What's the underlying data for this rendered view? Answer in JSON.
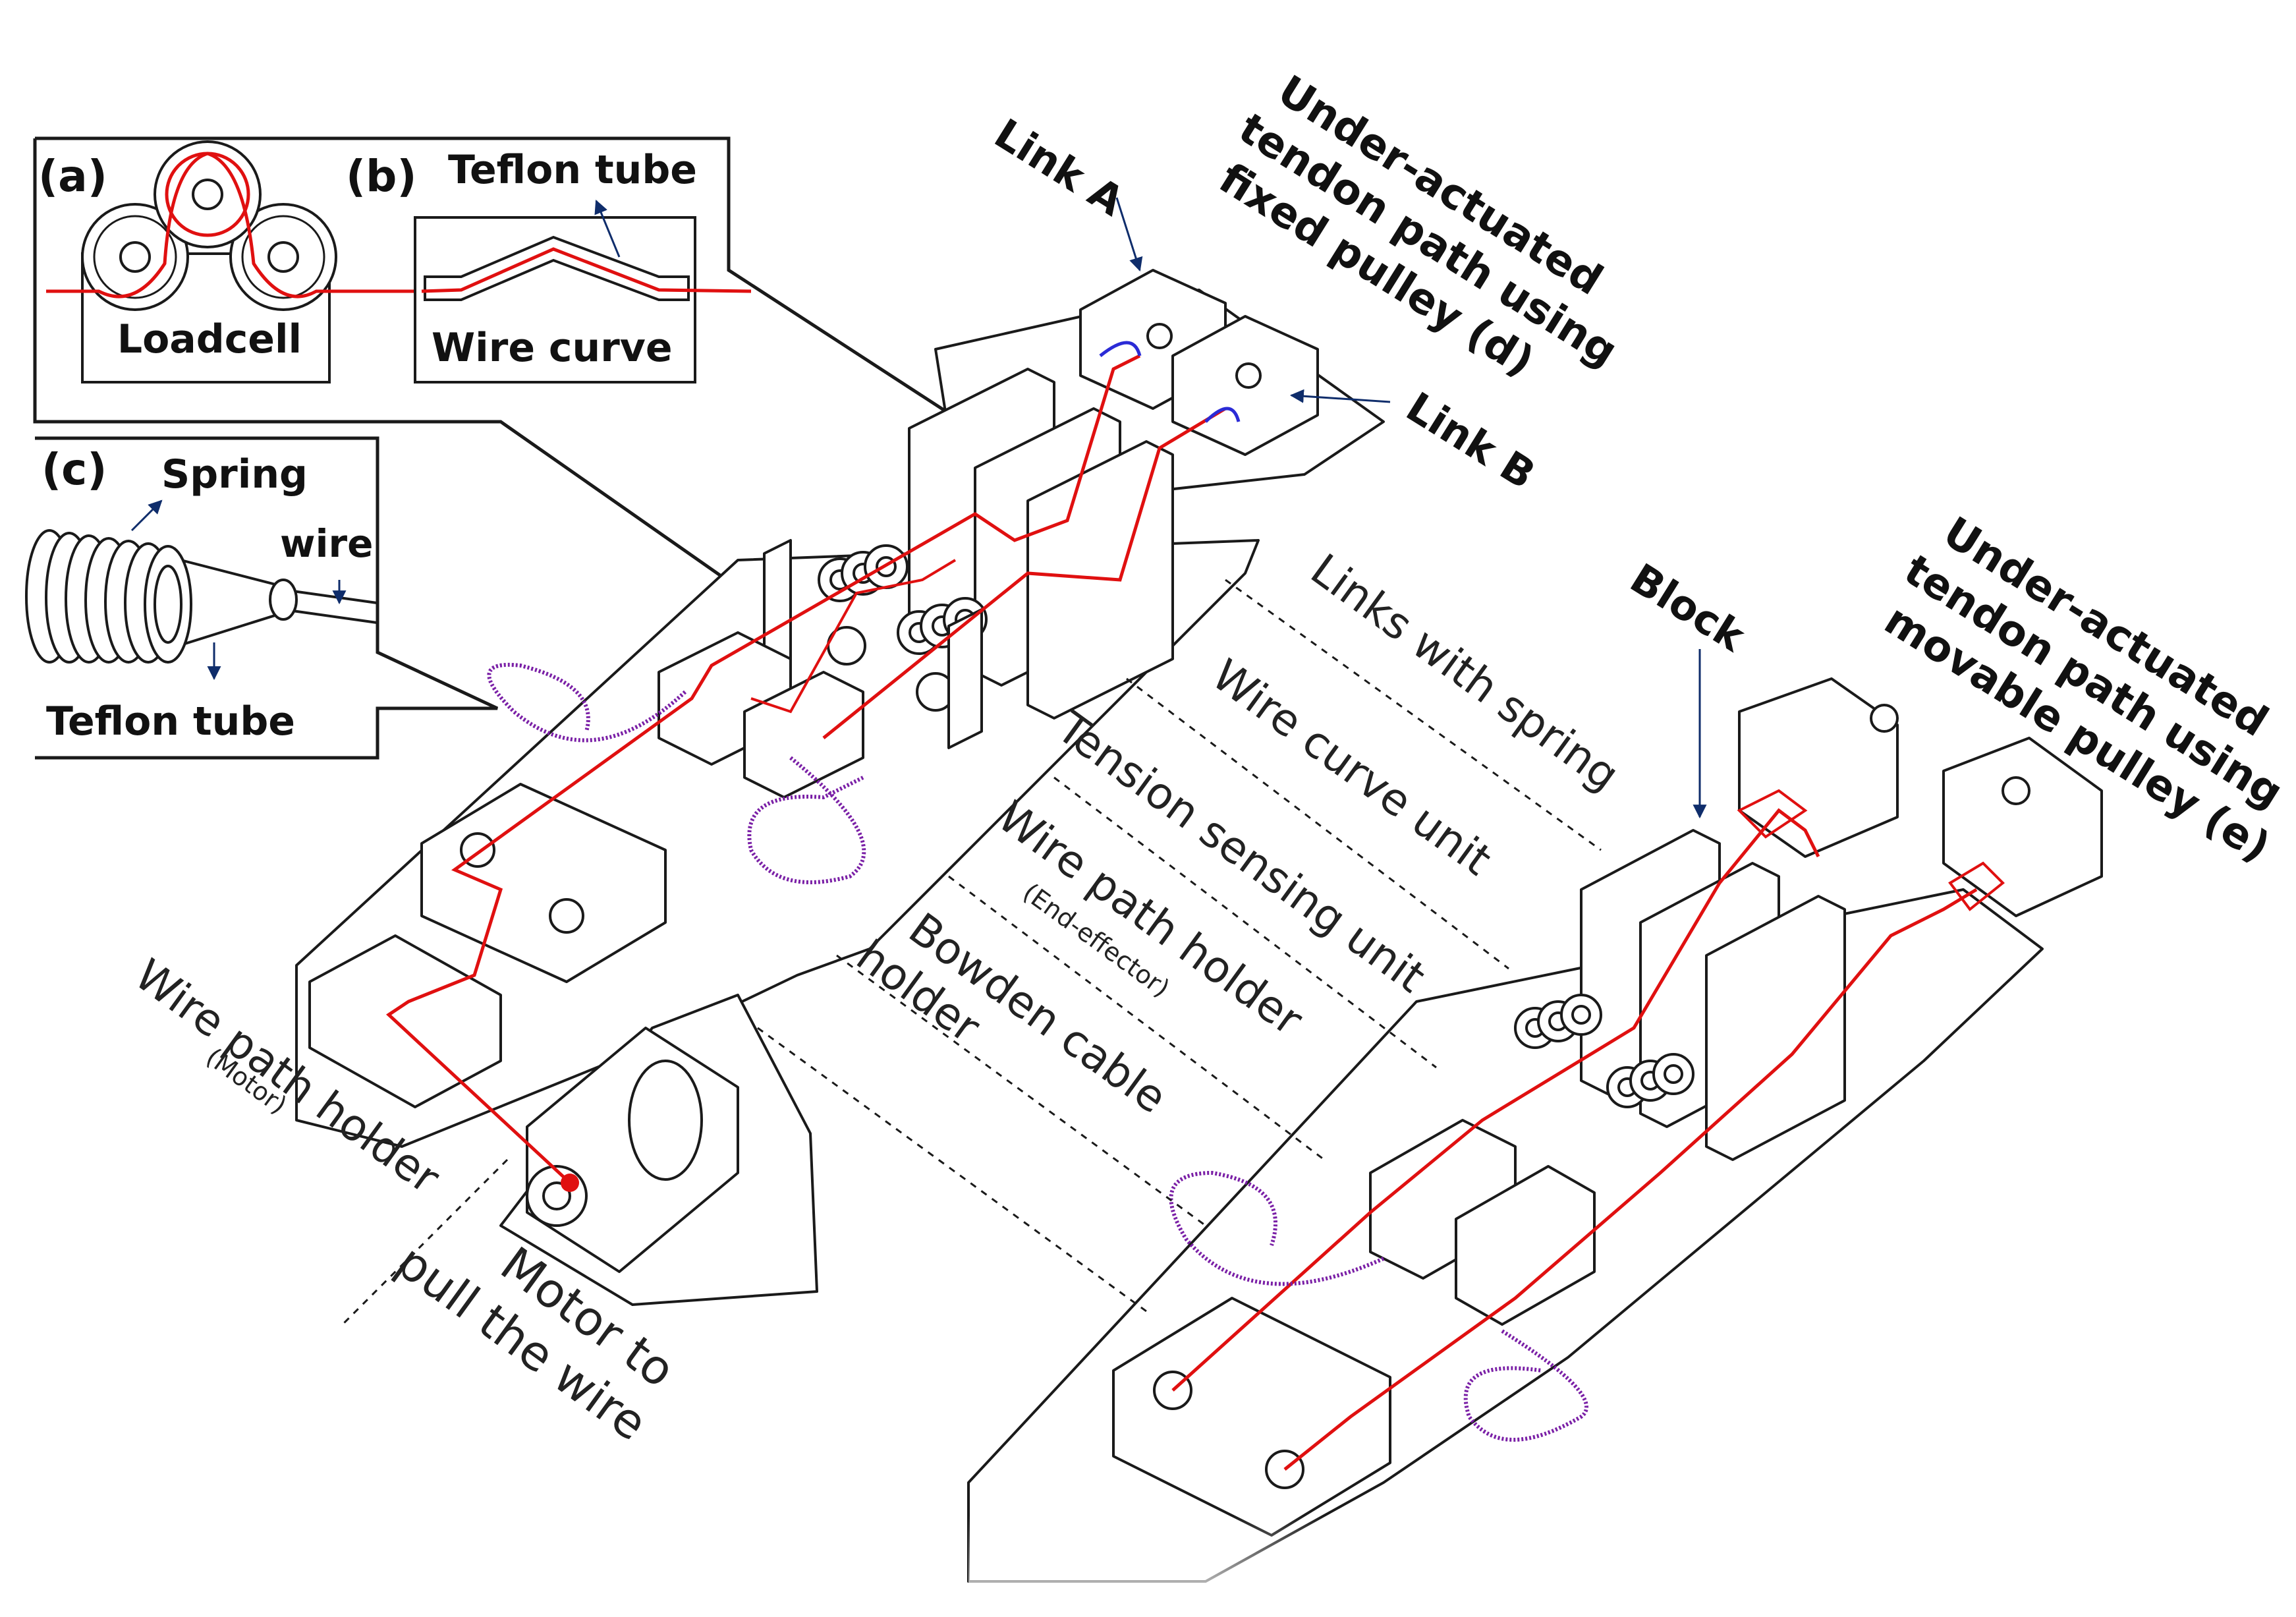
{
  "colors": {
    "wire": "#e01010",
    "bowden": "#7a1fa6",
    "outline": "#1a1a1a",
    "arrow": "#0f2d6b",
    "fill": "#ffffff"
  },
  "insets": {
    "a_label": "(a)",
    "b_label": "(b)",
    "c_label": "(c)",
    "loadcell": "Loadcell",
    "teflon_tube_b": "Teflon tube",
    "wire_curve": "Wire curve",
    "spring": "Spring",
    "wire": "wire",
    "teflon_tube_c": "Teflon tube"
  },
  "labels": {
    "link_a": "Link A",
    "link_b": "Link B",
    "block": "Block",
    "fixed_title": [
      "Under-actuated",
      "tendon path using",
      "fixed pulley (d)"
    ],
    "movable_title": [
      "Under-actuated",
      "tendon path using",
      "movable pulley (e)"
    ],
    "links_with_spring": "Links with spring",
    "wire_curve_unit": "Wire curve unit",
    "tension_sensing_unit": "Tension sensing unit",
    "wire_path_holder_ee": "Wire path holder",
    "end_effector": "(End-effector)",
    "bowden_cable_holder": [
      "Bowden cable",
      "holder"
    ],
    "wire_path_holder_motor": "Wire path holder",
    "motor_sub": "(Motor)",
    "motor_to_pull": [
      "Motor to",
      "pull the wire"
    ]
  }
}
